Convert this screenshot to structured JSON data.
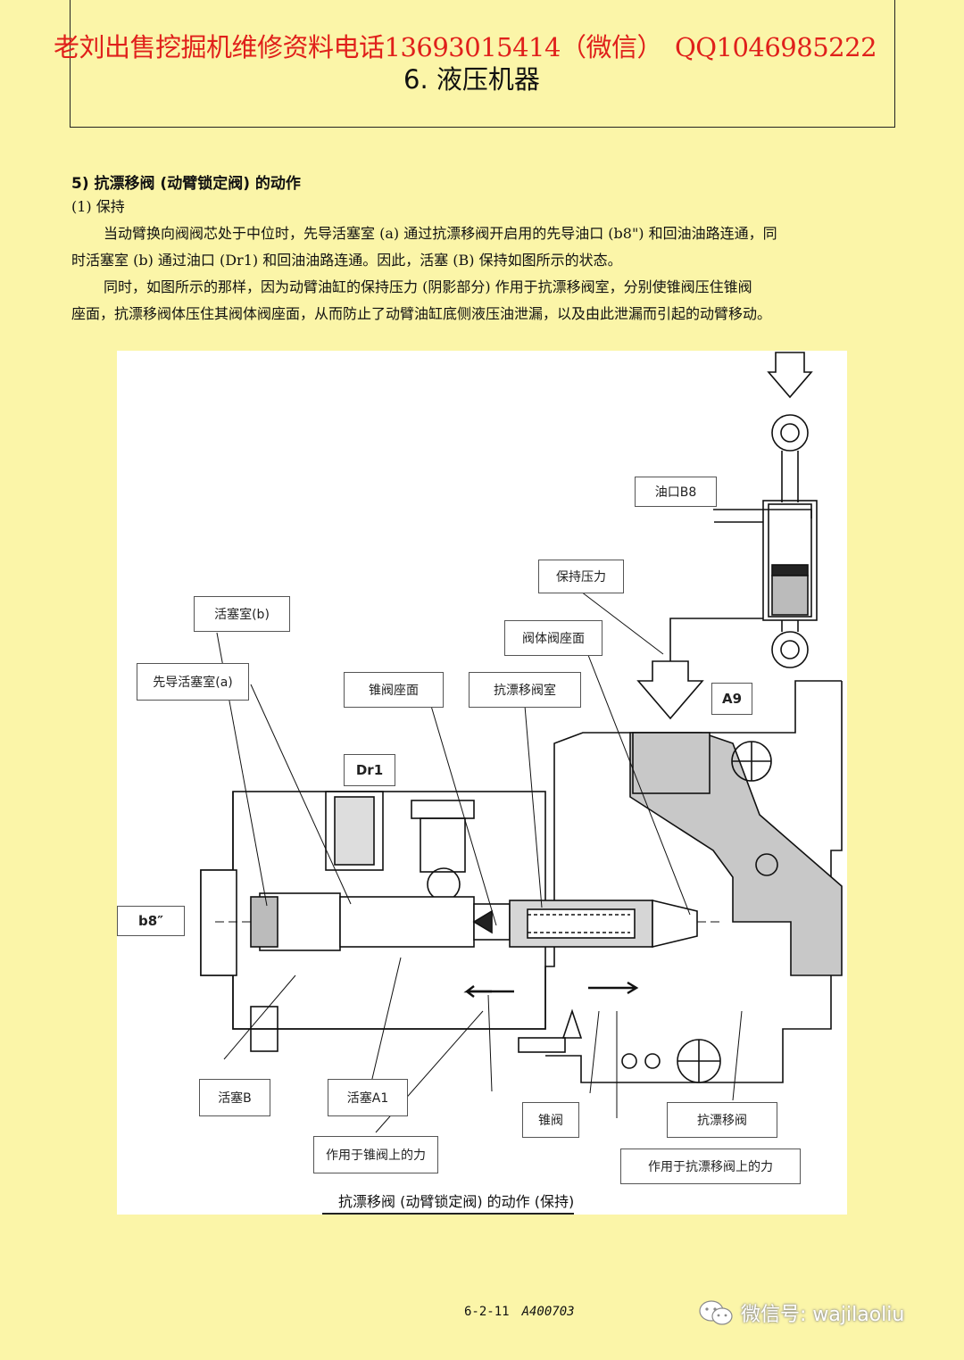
{
  "header": {
    "watermark": "老刘出售挖掘机维修资料电话13693015414（微信）　QQ1046985222",
    "section_title": "6.  液压机器"
  },
  "content": {
    "subheading": "5)  抗漂移阀 (动臂锁定阀) 的动作",
    "item_title": "(1) 保持",
    "para1_line1": "当动臂换向阀阀芯处于中位时，先导活塞室 (a) 通过抗漂移阀开启用的先导油口 (b8\") 和回油油路连通，同",
    "para1_line2": "时活塞室 (b) 通过油口 (Dr1) 和回油油路连通。因此，活塞 (B) 保持如图所示的状态。",
    "para2_line1": "同时，如图所示的那样，因为动臂油缸的保持压力 (阴影部分) 作用于抗漂移阀室，分别使锥阀压住锥阀",
    "para2_line2": "座面，抗漂移阀体压住其阀体阀座面，从而防止了动臂油缸底侧液压油泄漏，以及由此泄漏而引起的动臂移动。"
  },
  "figure": {
    "labels": {
      "port_b8": "油口B8",
      "holding_pressure": "保持压力",
      "piston_chamber_b": "活塞室(b)",
      "valve_body_seat": "阀体阀座面",
      "pilot_piston_chamber_a": "先导活塞室(a)",
      "poppet_seat": "锥阀座面",
      "anti_drift_chamber": "抗漂移阀室",
      "a9": "A9",
      "dr1": "Dr1",
      "b8pp": "b8″",
      "piston_b": "活塞B",
      "piston_a1": "活塞A1",
      "poppet": "锥阀",
      "anti_drift_valve": "抗漂移阀",
      "force_on_poppet": "作用于锥阀上的力",
      "force_on_anti_drift": "作用于抗漂移阀上的力"
    },
    "caption": "抗漂移阀 (动臂锁定阀) 的动作 (保持)"
  },
  "footer": {
    "page_number": "6-2-11",
    "doc_code": "A400703",
    "wechat_label": "微信号: wajilaoliu"
  }
}
